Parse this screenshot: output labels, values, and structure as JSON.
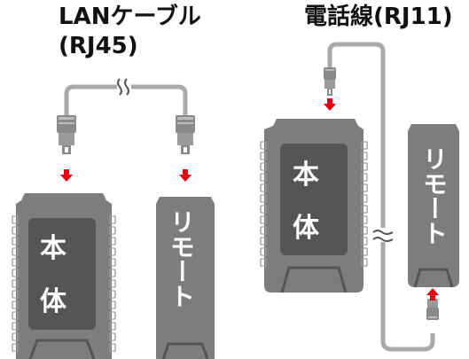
{
  "lan": {
    "title_line1": "LANケーブル",
    "title_line2": "(RJ45)",
    "main_unit_label_top": "本",
    "main_unit_label_bottom": "体",
    "remote_unit_label": "リモート"
  },
  "telephone": {
    "title": "電話線(RJ11)",
    "main_unit_label_top": "本",
    "main_unit_label_bottom": "体",
    "remote_unit_label": "リモート"
  },
  "colors": {
    "device_body": "#7d7d7d",
    "device_screen": "#555555",
    "cable": "#a9a9a9",
    "connector": "#8a8a8a",
    "arrow": "#e60012",
    "title_text": "#111111"
  }
}
